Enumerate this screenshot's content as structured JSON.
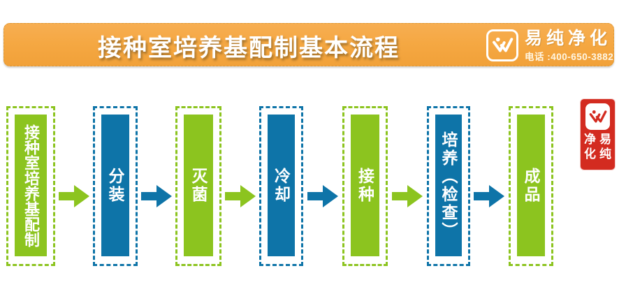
{
  "header": {
    "title": "接种室培养基配制基本流程"
  },
  "brand": {
    "name": "易纯净化",
    "phone": "电话 :400-650-3882",
    "logo_icon": "w-swoosh-icon"
  },
  "flow": {
    "steps": [
      {
        "label": "接种室培养基配制",
        "color": "green"
      },
      {
        "label": "分装",
        "color": "blue"
      },
      {
        "label": "灭菌",
        "color": "green"
      },
      {
        "label": "冷却",
        "color": "blue"
      },
      {
        "label": "接种",
        "color": "green"
      },
      {
        "label": "培养（检查）",
        "color": "blue"
      },
      {
        "label": "成品",
        "color": "green"
      }
    ],
    "arrows": [
      "green",
      "blue",
      "green",
      "blue",
      "green",
      "blue"
    ]
  },
  "seal": {
    "chars": [
      "净",
      "易",
      "化",
      "纯"
    ],
    "logo_icon": "w-swoosh-icon"
  },
  "colors": {
    "green": "#8cc41f",
    "blue": "#0e74a8",
    "orange": "#f5a843",
    "red": "#d32b20",
    "white": "#ffffff"
  }
}
